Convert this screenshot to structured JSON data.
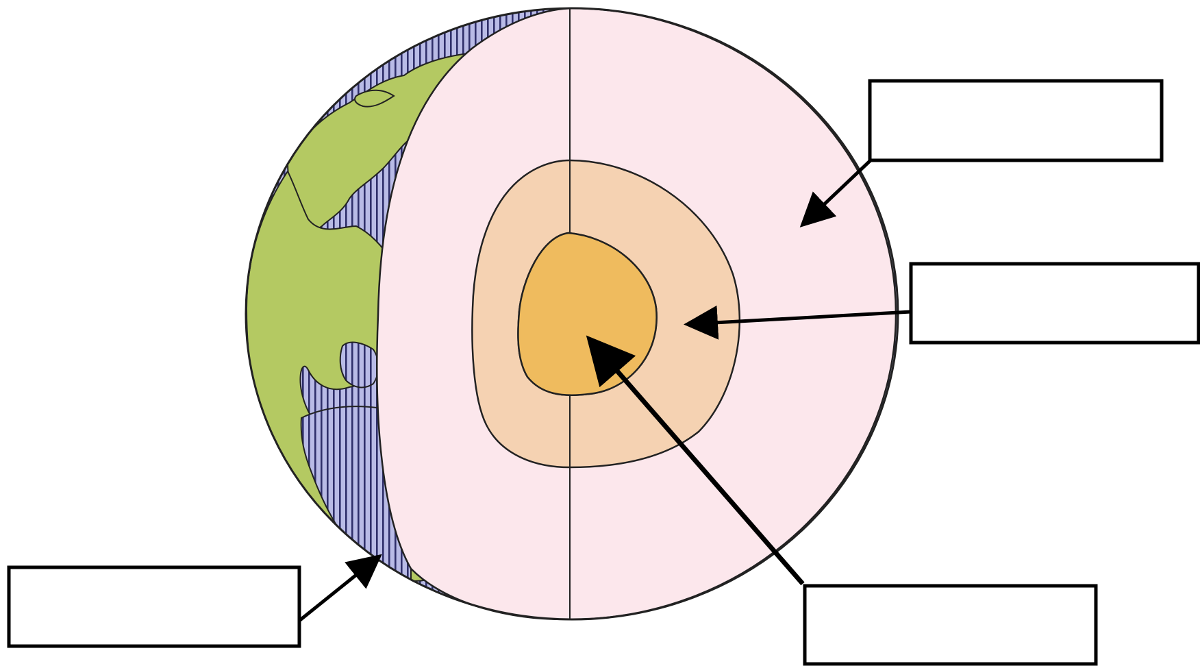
{
  "diagram": {
    "type": "earth-layers-cutaway",
    "colors": {
      "ocean": "#b9bbe6",
      "ocean_stripe": "#2f2f6a",
      "land": "#b4c962",
      "crust": "#fce7ec",
      "mantle": "#f5d2b2",
      "core": "#efbb5e",
      "outline": "#222222",
      "box_border": "#000000",
      "arrow": "#000000"
    },
    "layers": [
      {
        "id": "crust",
        "fill_key": "crust"
      },
      {
        "id": "mantle",
        "fill_key": "mantle"
      },
      {
        "id": "core",
        "fill_key": "core"
      },
      {
        "id": "surface",
        "fill_key": "land"
      }
    ],
    "labels": [
      {
        "id": "label-crust",
        "text": ""
      },
      {
        "id": "label-mantle",
        "text": ""
      },
      {
        "id": "label-core",
        "text": ""
      },
      {
        "id": "label-surface",
        "text": ""
      }
    ]
  }
}
